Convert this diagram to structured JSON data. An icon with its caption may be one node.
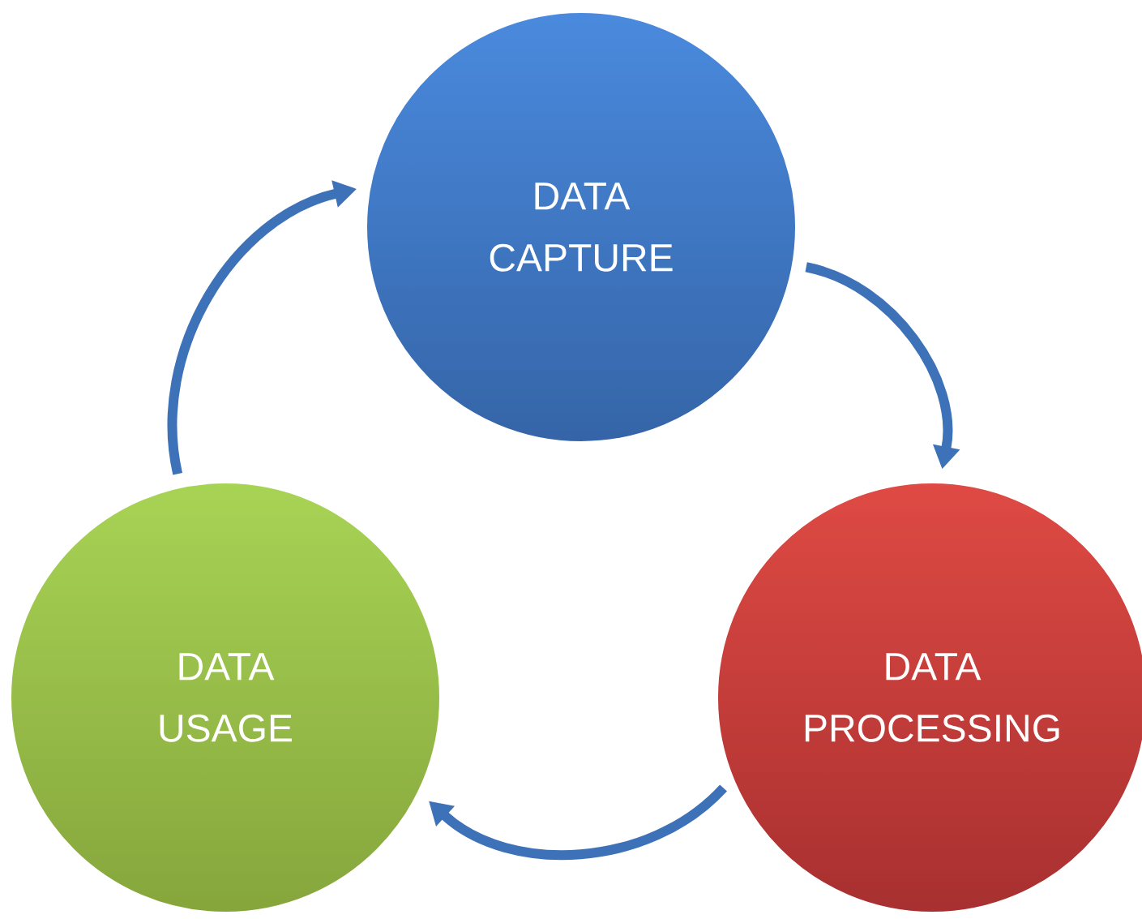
{
  "diagram": {
    "nodes": [
      {
        "text": [
          "DATA CAPTURE"
        ]
      },
      {
        "text": [
          "DATA PROCESSING"
        ]
      },
      {
        "text": [
          "DATA USAGE"
        ]
      }
    ],
    "edges": [
      {
        "from": 0,
        "to": 1,
        "arrow": "to"
      },
      {
        "from": 1,
        "to": 2,
        "arrow": "to"
      },
      {
        "from": 2,
        "to": 0,
        "arrow": "to"
      }
    ]
  }
}
